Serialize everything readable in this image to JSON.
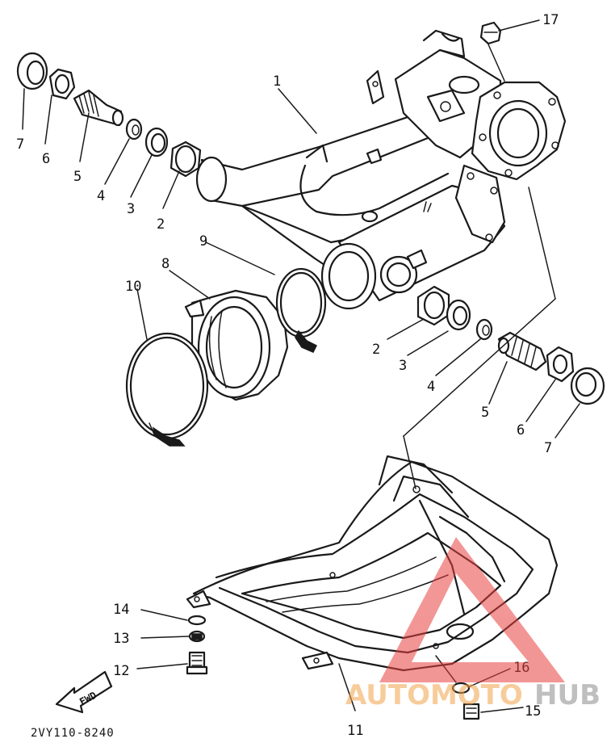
{
  "diagram": {
    "code": "2VY110-8240",
    "fwd_label": "FWD",
    "callouts": [
      "1",
      "2",
      "3",
      "4",
      "5",
      "6",
      "7",
      "8",
      "9",
      "10",
      "11",
      "12",
      "13",
      "14",
      "15",
      "16",
      "17"
    ],
    "left_stack": [
      "7",
      "6",
      "5",
      "4",
      "3",
      "2"
    ],
    "right_stack": [
      "2",
      "3",
      "4",
      "5",
      "6",
      "7"
    ]
  },
  "watermark": {
    "part1": "AUTOMOTO",
    "part2": "HUB",
    "colors": {
      "red": "#e8423f",
      "orange": "#f2a34a",
      "gray": "#8c8c8c"
    }
  }
}
